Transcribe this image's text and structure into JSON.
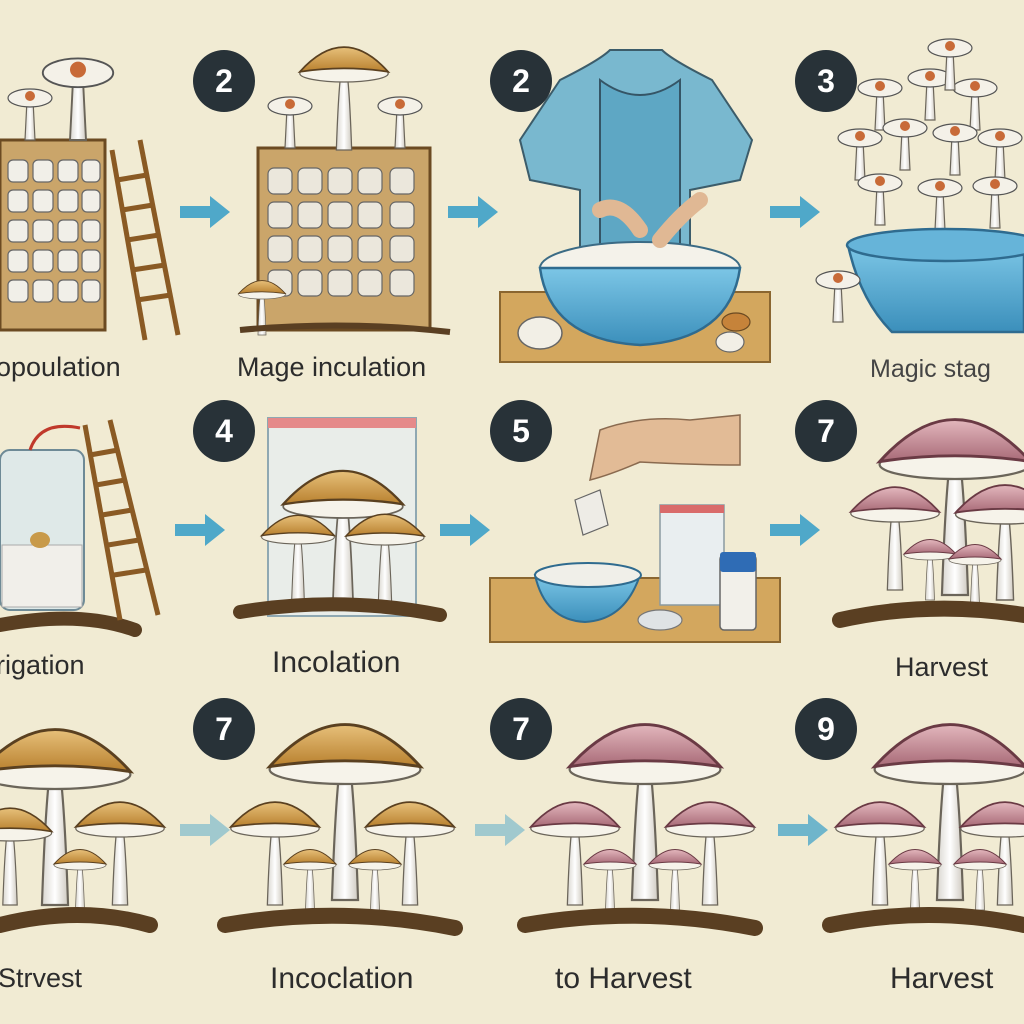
{
  "badges": [
    "2",
    "2",
    "3",
    "4",
    "5",
    "7",
    "7",
    "7",
    "9"
  ],
  "captions": [
    "opoulation",
    "Mage inculation",
    "Magic stag",
    "rigation",
    "Incolation",
    "Harvest",
    "Strvest",
    "Incoclation",
    "to Harvest",
    "Harvest"
  ],
  "colors": {
    "background": "#f1ebd3",
    "badge": "#283238",
    "arrow": "#4fa8c9",
    "bowl": "#5bb0d6",
    "soil": "#5a3f22",
    "tan_cap": "#d9a34a",
    "pink_cap": "#c88a95"
  }
}
